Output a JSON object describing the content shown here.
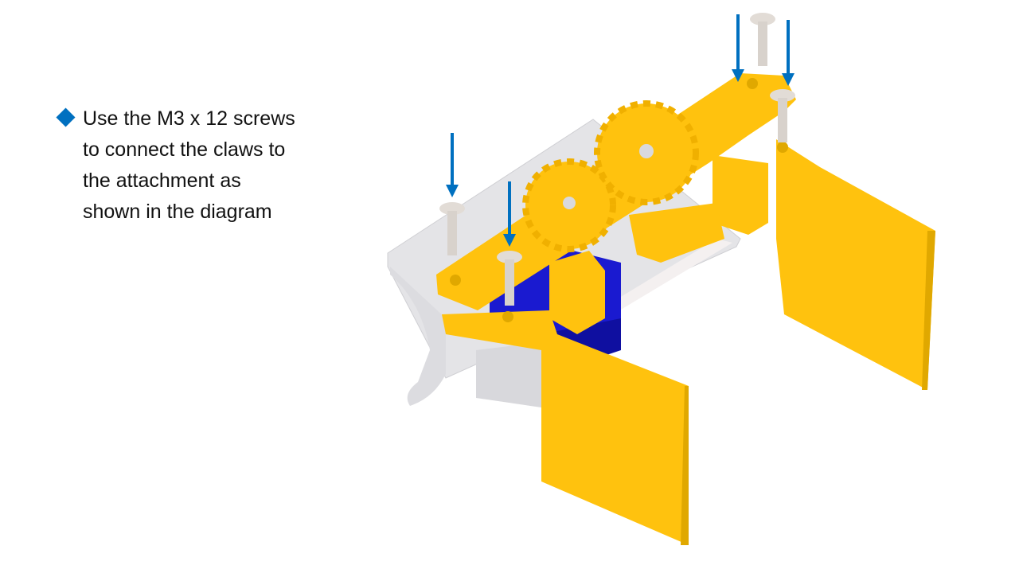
{
  "slide": {
    "bullet_lines": [
      "Use the M3 x 12 screws",
      "to connect the claws to",
      "the attachment as",
      "shown in the diagram"
    ],
    "bullet_icon": "diamond-bullet-icon",
    "colors": {
      "bullet": "#0070C0",
      "arrow": "#0070C0",
      "part_yellow": "#FFC20E",
      "servo_blue": "#1A1AD0",
      "base_white": "#E6E6E8"
    }
  }
}
